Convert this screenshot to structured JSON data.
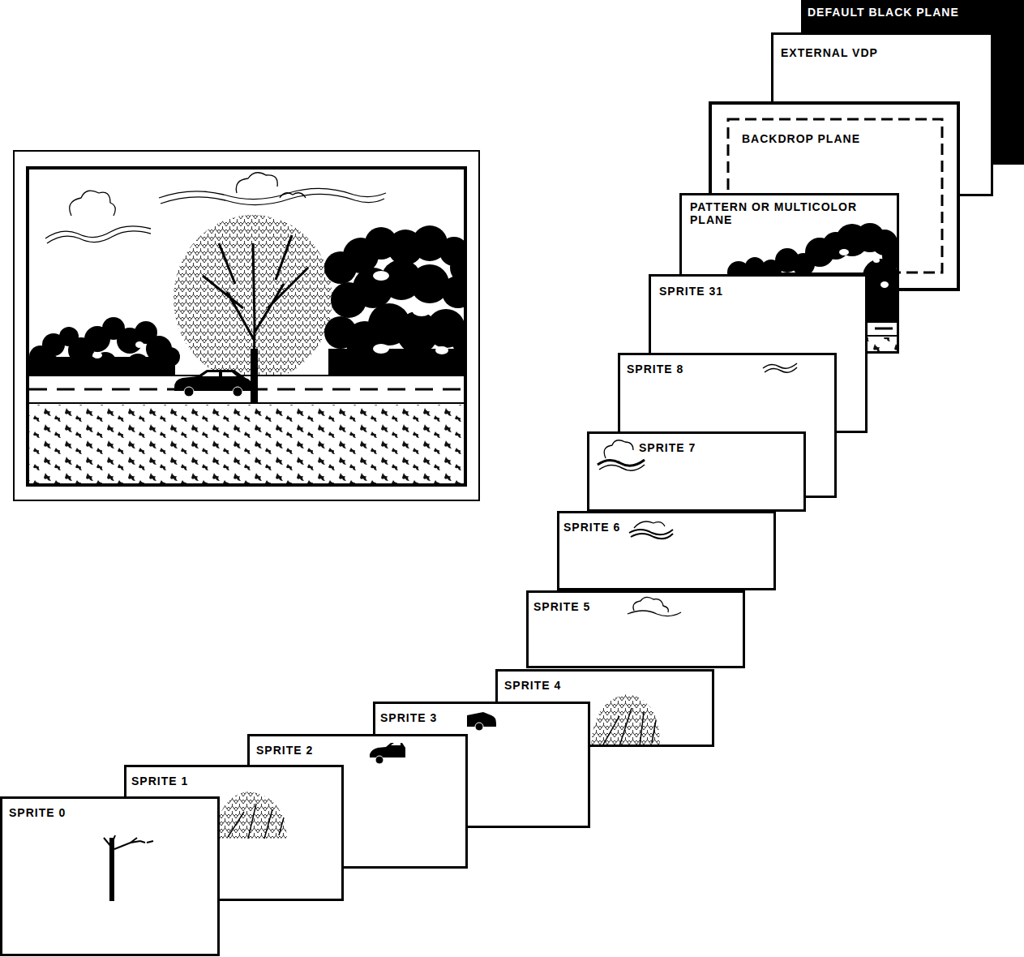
{
  "diagram": {
    "nodes": [
      {
        "text": [
          "DEFAULT BLACK PLANE"
        ]
      },
      {
        "text": [
          "EXTERNAL VDP"
        ]
      },
      {
        "text": [
          "BACKDROP PLANE"
        ]
      },
      {
        "text": [
          "PATTERN OR MULTICOLOR PLANE"
        ]
      },
      {
        "text": [
          "SPRITE 31"
        ]
      },
      {
        "text": [
          "SPRITE 8"
        ]
      },
      {
        "text": [
          "SPRITE 7"
        ]
      },
      {
        "text": [
          "SPRITE 6"
        ]
      },
      {
        "text": [
          "SPRITE 5"
        ]
      },
      {
        "text": [
          "SPRITE 4"
        ]
      },
      {
        "text": [
          "SPRITE 3"
        ]
      },
      {
        "text": [
          "SPRITE 2"
        ]
      },
      {
        "text": [
          "SPRITE 1"
        ]
      },
      {
        "text": [
          "SPRITE 0"
        ]
      }
    ]
  }
}
